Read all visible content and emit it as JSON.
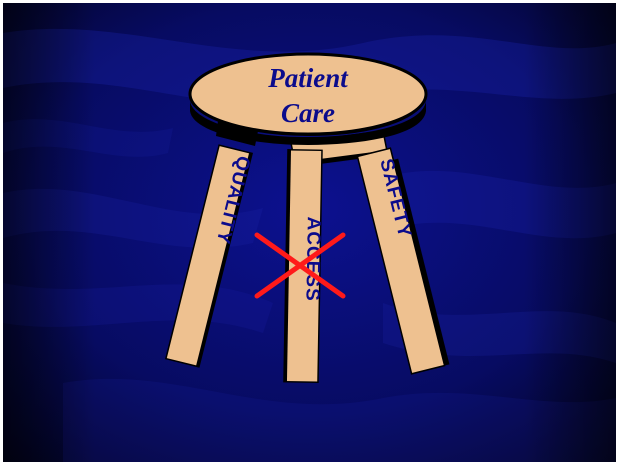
{
  "stool": {
    "seat_title_line1": "Patient",
    "seat_title_line2": "Care",
    "legs": [
      {
        "label": "QUALITY"
      },
      {
        "label": "ACCESS",
        "crossed_out": true
      },
      {
        "label": "SAFETY"
      }
    ]
  },
  "colors": {
    "background_dark": "#03052e",
    "background_mid": "#0a0f7a",
    "wood": "#eec190",
    "outline": "#000000",
    "text": "#0b0b8c",
    "cross": "#ff1a1a"
  }
}
